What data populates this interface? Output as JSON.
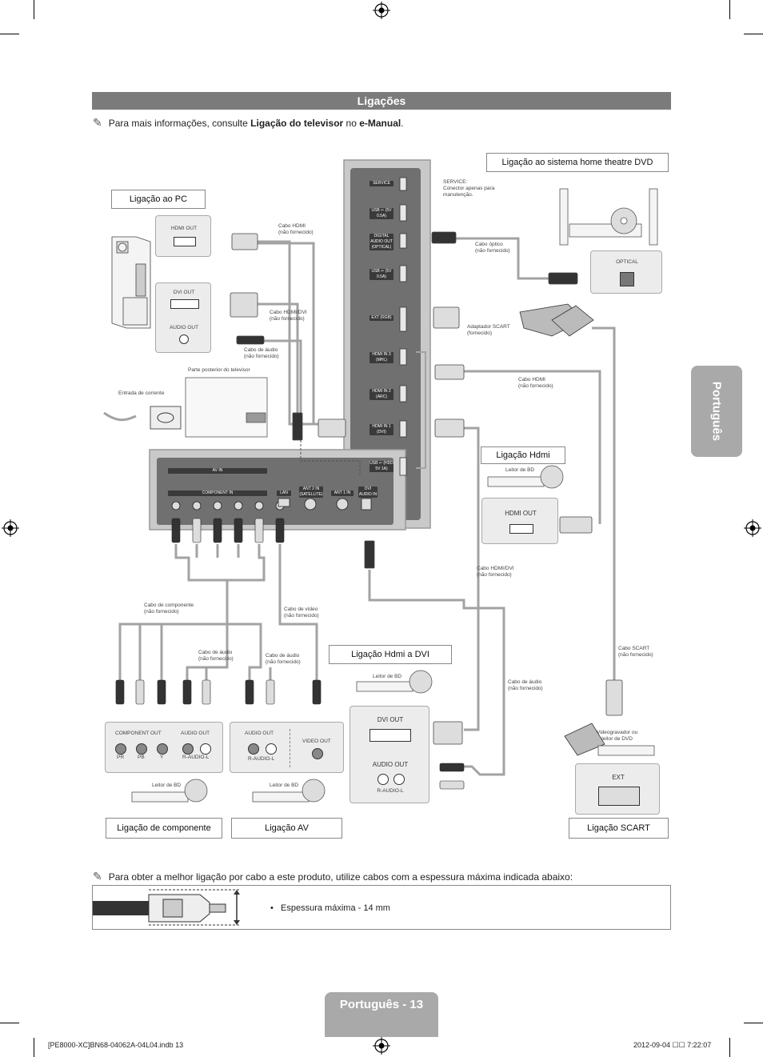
{
  "section_title": "Ligações",
  "top_note": {
    "prefix": "Para mais informações, consulte ",
    "bold1": "Ligação do televisor",
    "middle": " no ",
    "bold2": "e-Manual",
    "suffix": "."
  },
  "labels": {
    "home_theatre": "Ligação ao sistema home theatre DVD",
    "pc": "Ligação ao PC",
    "hdmi": "Ligação Hdmi",
    "hdmi_dvi": "Ligação Hdmi a DVI",
    "component": "Ligação de componente",
    "av": "Ligação AV",
    "scart": "Ligação SCART"
  },
  "tv_ports": {
    "service": "SERVICE",
    "usb1": "USB ⇐ (5V 0.5A)",
    "optical": "DIGITAL AUDIO OUT (OPTICAL)",
    "usb2": "USB ⇐ (5V 0.5A)",
    "ext_rgb": "EXT (RGB)",
    "hdmi3": "HDMI IN 3 (MHL)",
    "hdmi2": "HDMI IN 2 (ARC)",
    "hdmi1": "HDMI IN 1 (DVI)",
    "usb3": "USB ⇐ (HDD 5V 1A)",
    "av_in": "AV IN",
    "component_in": "COMPONENT IN",
    "lan": "LAN",
    "ant2": "ANT 2 IN (SATELLITE)",
    "ant1": "ANT 1 IN",
    "dvi_audio": "DVI AUDIO IN"
  },
  "annotations": {
    "service": "SERVICE:\nConector apenas para manutenção.",
    "cabo_hdmi_pc": "Cabo HDMI\n(não fornecido)",
    "cabo_hdmi_dvi_pc": "Cabo HDMI/DVI\n(não fornecido)",
    "cabo_audio_pc": "Cabo de áudio\n(não fornecido)",
    "parte_posterior": "Parte posterior do televisor",
    "entrada_corrente": "Entrada de corrente",
    "cabo_optico": "Cabo óptico\n(não fornecido)",
    "adaptador_scart": "Adaptador SCART\n(fornecido)",
    "cabo_hdmi": "Cabo HDMI\n(não fornecido)",
    "cabo_hdmi_dvi": "Cabo HDMI/DVI\n(não fornecido)",
    "cabo_componente": "Cabo de componente\n(não fornecido)",
    "cabo_video": "Cabo de vídeo\n(não fornecido)",
    "cabo_audio_comp": "Cabo de áudio\n(não fornecido)",
    "cabo_audio_av": "Cabo de áudio\n(não fornecido)",
    "cabo_audio_dvi": "Cabo de áudio\n(não fornecido)",
    "cabo_scart": "Cabo SCART\n(não fornecido)",
    "leitor_bd": "Leitor de BD",
    "videogravador": "Videogravador ou\nleitor de DVD"
  },
  "device_ports": {
    "pc_hdmi_out": "HDMI OUT",
    "pc_dvi_out": "DVI OUT",
    "pc_audio_out": "AUDIO OUT",
    "optical": "OPTICAL",
    "hdmi_out": "HDMI OUT",
    "dvi_out": "DVI OUT",
    "audio_out": "AUDIO OUT",
    "r_audio_l": "R-AUDIO-L",
    "component_out": "COMPONENT OUT",
    "comp_audio_out": "AUDIO OUT",
    "av_audio_out": "AUDIO OUT",
    "video_out": "VIDEO OUT",
    "ext": "EXT",
    "pr": "PR",
    "pb": "PB",
    "y": "Y"
  },
  "bottom_note": "Para obter a melhor ligação por cabo a este produto, utilize cabos com a espessura máxima indicada abaixo:",
  "thickness": "Espessura máxima - 14 mm",
  "side_tab": "Português",
  "page_label": "Português - 13",
  "footer_left": "[PE8000-XC]BN68-04062A-04L04.indb   13",
  "footer_right": "2012-09-04   ☐☐ 7:22:07"
}
